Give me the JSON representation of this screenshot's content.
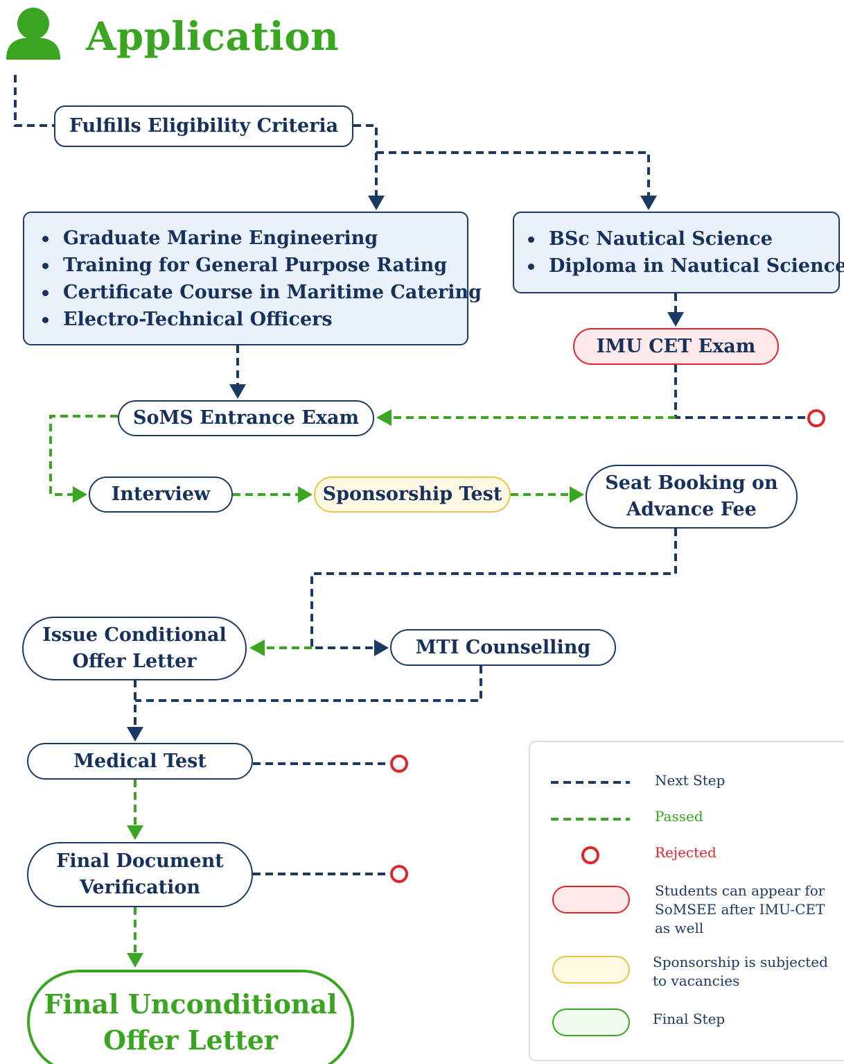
{
  "header": {
    "title": "Application",
    "icon": "person-icon"
  },
  "nodes": {
    "eligibility": "Fulfills Eligibility Criteria",
    "group_a": [
      "Graduate Marine Engineering",
      "Training for General Purpose Rating",
      "Certificate Course in Maritime Catering",
      "Electro-Technical Officers"
    ],
    "group_b": [
      "BSc Nautical Science",
      "Diploma in Nautical Science"
    ],
    "imu_cet": "IMU CET Exam",
    "soms_exam": "SoMS Entrance Exam",
    "interview": "Interview",
    "sponsorship": "Sponsorship Test",
    "seat_booking_line1": "Seat Booking on",
    "seat_booking_line2": "Advance Fee",
    "issue_offer_line1": "Issue Conditional",
    "issue_offer_line2": "Offer Letter",
    "mti": "MTI Counselling",
    "medical": "Medical Test",
    "final_doc_line1": "Final Document",
    "final_doc_line2": "Verification",
    "final_offer_line1": "Final Unconditional",
    "final_offer_line2": "Offer Letter"
  },
  "legend": {
    "next_step": "Next Step",
    "passed": "Passed",
    "rejected": "Rejected",
    "red_note_1": "Students can appear for",
    "red_note_2": "SoMSEE after IMU-CET",
    "red_note_3": "as well",
    "yellow_note_1": "Sponsorship is subjected",
    "yellow_note_2": "to vacancies",
    "green_note": "Final Step"
  },
  "colors": {
    "navy": "#1b3a63",
    "green": "#3aa521",
    "red": "#e0242b",
    "yellow": "#e4c54a",
    "light_blue": "#eaf1fa"
  }
}
